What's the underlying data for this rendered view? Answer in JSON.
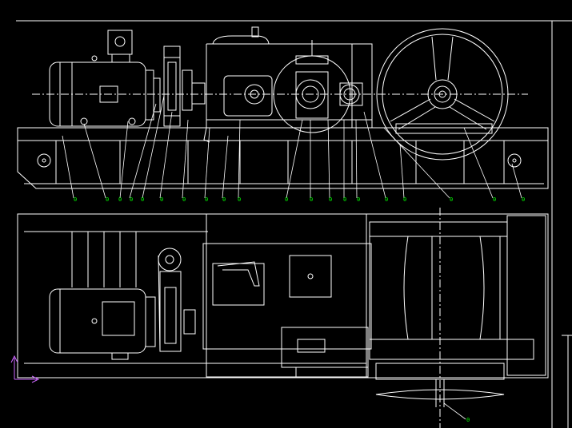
{
  "drawing": {
    "background": "#000000",
    "line_color": "#ffffff",
    "callout_color": "#00ff00",
    "ucs_color": "#cc66ff",
    "views": [
      "elevation-view",
      "plan-view"
    ]
  },
  "elevation_callouts": {
    "labels": [
      "0",
      "0",
      "0",
      "0",
      "0",
      "0",
      "0",
      "0",
      "0",
      "0",
      "0",
      "0",
      "0",
      "0",
      "0",
      "0",
      "0",
      "0",
      "0"
    ]
  },
  "plan_callouts": {
    "labels": [
      "0"
    ]
  },
  "icons": {
    "ucs": "ucs-axis-icon"
  }
}
